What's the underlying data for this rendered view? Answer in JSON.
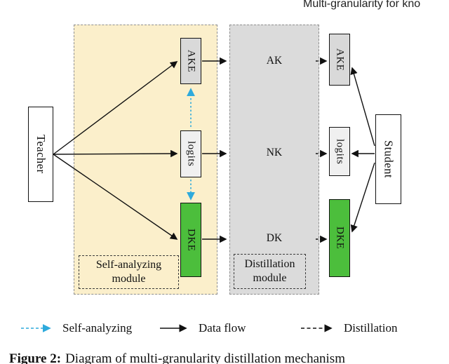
{
  "page": {
    "top_text": "Multi-granularity for kno",
    "caption_label": "Figure 2:",
    "caption_text": "Diagram of multi-granularity distillation mechanism"
  },
  "diagram": {
    "teacher_label": "Teacher",
    "student_label": "Student",
    "self_analyzing_module": {
      "label_line1": "Self-analyzing",
      "label_line2": "module",
      "boxes": [
        {
          "label": "AKE"
        },
        {
          "label": "logits"
        },
        {
          "label": "DKE"
        }
      ]
    },
    "distillation_module": {
      "label_line1": "Distillation",
      "label_line2": "module",
      "items": [
        "AK",
        "NK",
        "DK"
      ]
    },
    "student_boxes": [
      {
        "label": "AKE"
      },
      {
        "label": "logits"
      },
      {
        "label": "DKE"
      }
    ],
    "colors": {
      "self_analyzing_fill": "#FBEFCB",
      "distillation_fill": "#DBDBDB",
      "gray_box_fill": "#D9D9D9",
      "logits_box_fill": "#F0F0F0",
      "green_box_fill": "#4CBE3C",
      "self_analyzing_arrow": "#2EAADC"
    }
  },
  "legend": {
    "items": [
      {
        "label": "Self-analyzing"
      },
      {
        "label": "Data flow"
      },
      {
        "label": "Distillation"
      }
    ]
  }
}
